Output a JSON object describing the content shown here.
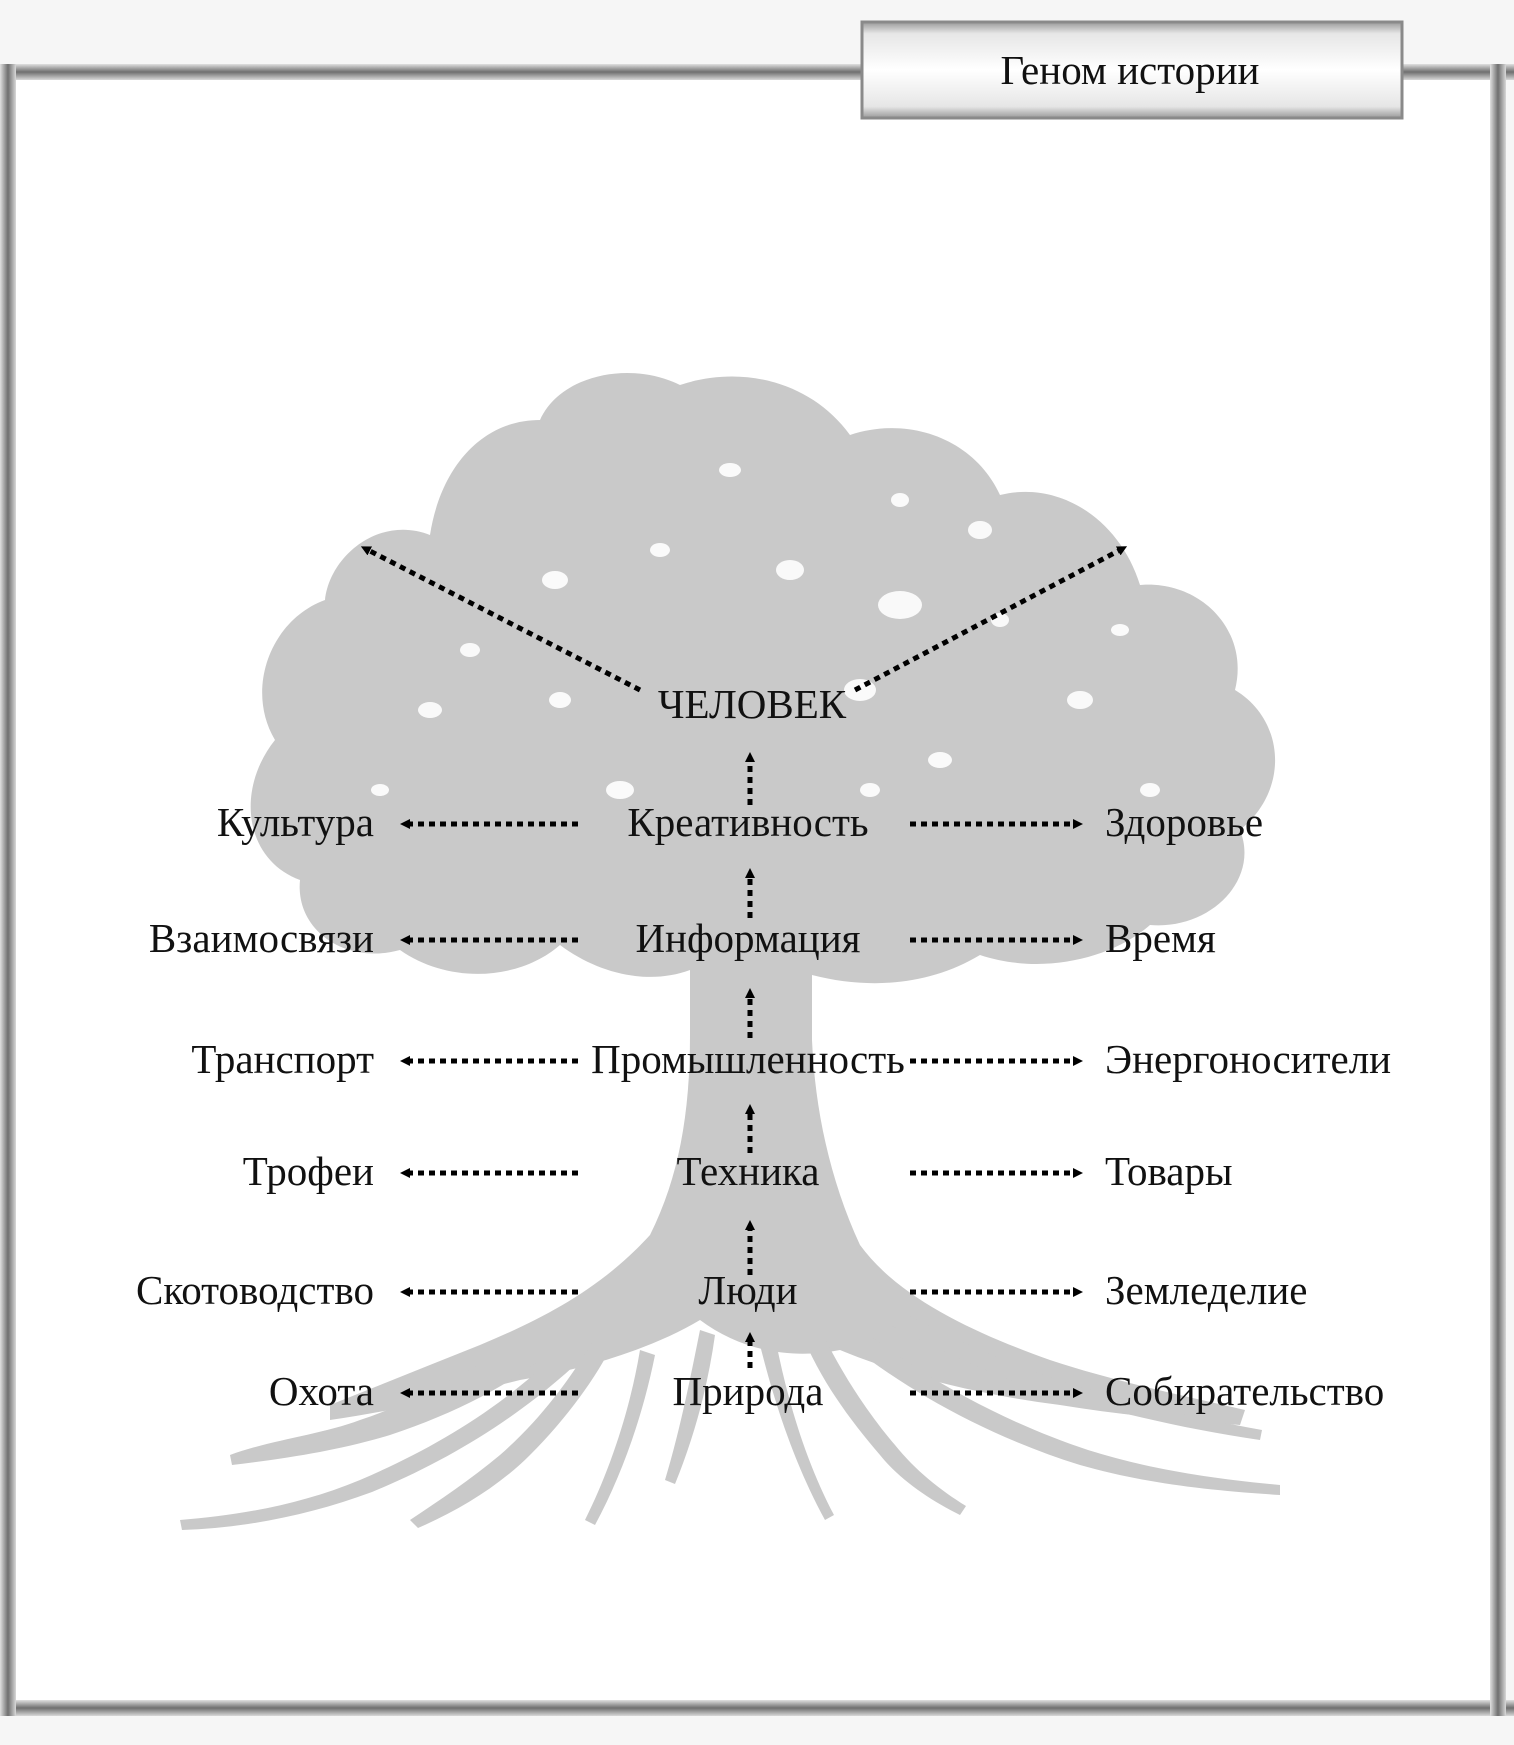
{
  "title": "Геном истории",
  "center_column": [
    "Природа",
    "Люди",
    "Техника",
    "Промышленность",
    "Информация",
    "Креативность",
    "ЧЕЛОВЕК"
  ],
  "left_column": [
    "Охота",
    "Скотоводство",
    "Трофеи",
    "Транспорт",
    "Взаимосвязи",
    "Культура"
  ],
  "right_column": [
    "Собирательство",
    "Земледелие",
    "Товары",
    "Энергоносители",
    "Время",
    "Здоровье"
  ],
  "colors": {
    "tree": "#c9c9c9",
    "text": "#111111",
    "frame": "#8a8a8a",
    "panel": "#ffffff"
  }
}
